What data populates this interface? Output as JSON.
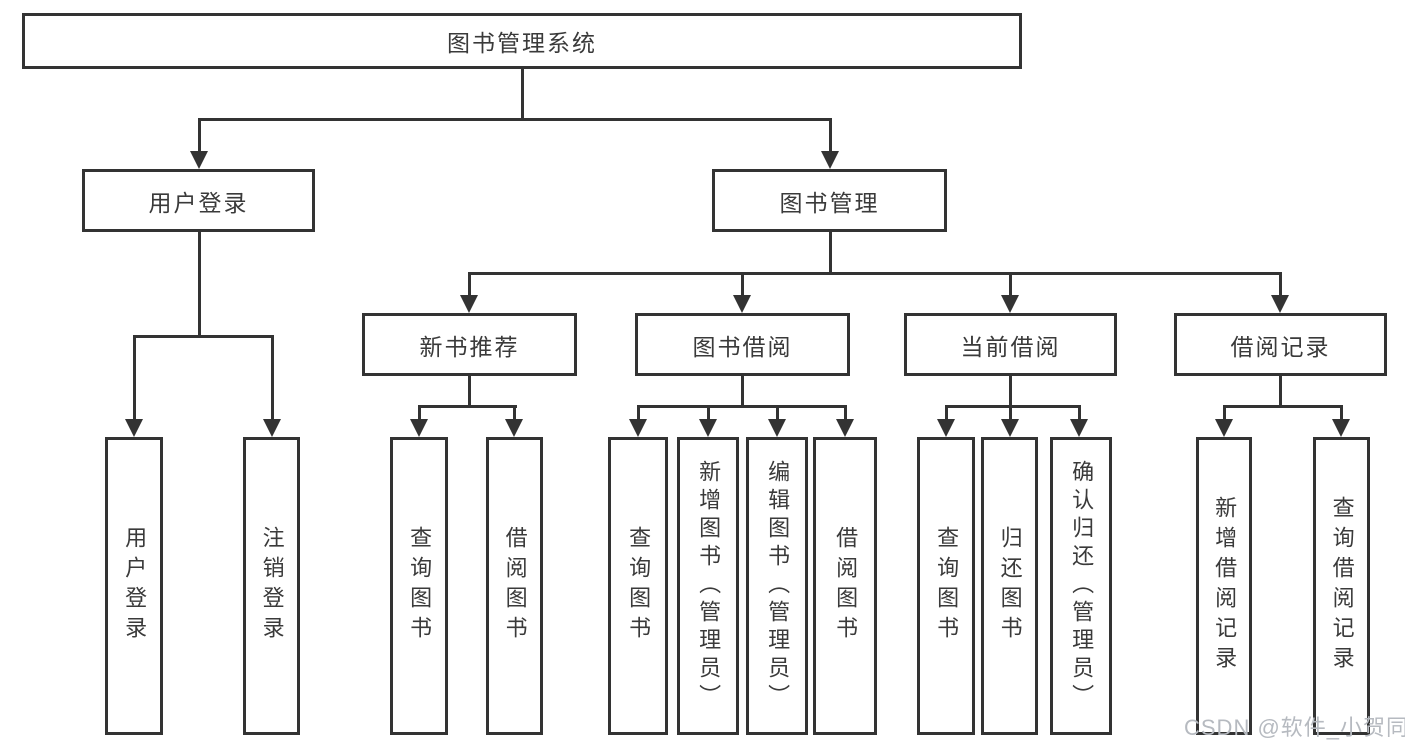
{
  "diagram": {
    "title": "图书管理系统",
    "watermark": "CSDN @软件_小贺同学",
    "level2": [
      {
        "id": "user-login",
        "label": "用户登录"
      },
      {
        "id": "book-management",
        "label": "图书管理"
      }
    ],
    "level3": [
      {
        "id": "new-book-recommend",
        "label": "新书推荐",
        "parent": "图书管理"
      },
      {
        "id": "book-borrow",
        "label": "图书借阅",
        "parent": "图书管理"
      },
      {
        "id": "current-borrow",
        "label": "当前借阅",
        "parent": "图书管理"
      },
      {
        "id": "borrow-records",
        "label": "借阅记录",
        "parent": "图书管理"
      }
    ],
    "leaves": [
      {
        "id": "leaf-user-login",
        "label": "用户登录",
        "parent": "用户登录"
      },
      {
        "id": "leaf-logout",
        "label": "注销登录",
        "parent": "用户登录"
      },
      {
        "id": "leaf-query-books-rec",
        "label": "查询图书",
        "parent": "新书推荐"
      },
      {
        "id": "leaf-borrow-books-rec",
        "label": "借阅图书",
        "parent": "新书推荐"
      },
      {
        "id": "leaf-query-books-borrow",
        "label": "查询图书",
        "parent": "图书借阅"
      },
      {
        "id": "leaf-add-books-admin",
        "label": "新增图书（管理员）",
        "parent": "图书借阅"
      },
      {
        "id": "leaf-edit-books-admin",
        "label": "编辑图书（管理员）",
        "parent": "图书借阅"
      },
      {
        "id": "leaf-borrow-books",
        "label": "借阅图书",
        "parent": "图书借阅"
      },
      {
        "id": "leaf-query-books-current",
        "label": "查询图书",
        "parent": "当前借阅"
      },
      {
        "id": "leaf-return-books",
        "label": "归还图书",
        "parent": "当前借阅"
      },
      {
        "id": "leaf-confirm-return-admin",
        "label": "确认归还（管理员）",
        "parent": "当前借阅"
      },
      {
        "id": "leaf-add-borrow-record",
        "label": "新增借阅记录",
        "parent": "借阅记录"
      },
      {
        "id": "leaf-query-borrow-record",
        "label": "查询借阅记录",
        "parent": "借阅记录"
      }
    ],
    "colors": {
      "line": "#333333",
      "text": "#3a3a3a",
      "background": "#ffffff",
      "watermark": "#b6bac0"
    }
  }
}
